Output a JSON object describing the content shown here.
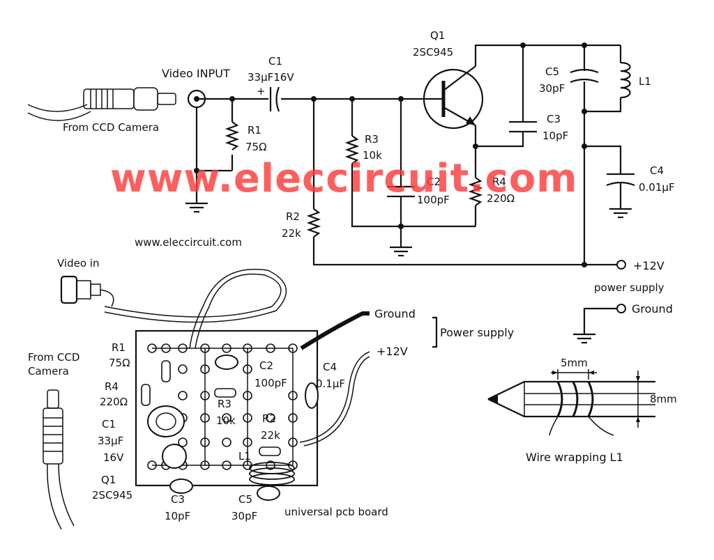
{
  "watermark": "www.eleccircuit.com",
  "website": "www.eleccircuit.com",
  "schematic": {
    "video_input": "Video INPUT",
    "from_ccd": "From CCD Camera",
    "r1_name": "R1",
    "r1_val": "75Ω",
    "c1_name": "C1",
    "c1_val": "33μF16V",
    "c1_plus": "+",
    "q1_name": "Q1",
    "q1_val": "2SC945",
    "r3_name": "R3",
    "r3_val": "10k",
    "c2_name": "C2",
    "c2_val": "100pF",
    "r4_name": "R4",
    "r4_val": "220Ω",
    "r2_name": "R2",
    "r2_val": "22k",
    "c5_name": "C5",
    "c5_val": "30pF",
    "l1_name": "L1",
    "c3_name": "C3",
    "c3_val": "10pF",
    "c4_name": "C4",
    "c4_val": "0.01μF",
    "plus12": "+12V",
    "power_supply": "power supply",
    "ground": "Ground"
  },
  "layout_view": {
    "video_in": "Video in",
    "from_ccd_1": "From CCD",
    "from_ccd_2": "Camera",
    "r1": "R1",
    "r1_val": "75Ω",
    "r4": "R4",
    "r4_val": "220Ω",
    "c1": "C1",
    "c1_val1": "33μF",
    "c1_val2": "16V",
    "q1": "Q1",
    "q1_val": "2SC945",
    "c3": "C3",
    "c3_val": "10pF",
    "c5": "C5",
    "c5_val": "30pF",
    "c2": "C2",
    "c2_val": "100pF",
    "r3": "R3",
    "r3_val": "10k",
    "r2": "R2",
    "r2_val": "22k",
    "l1": "L1",
    "c4": "C4",
    "c4_val": "0.1μF",
    "ground": "Ground",
    "plus12": "+12V",
    "power_supply": "Power supply",
    "pcb": "universal pcb board"
  },
  "coil": {
    "width": "5mm",
    "diameter": "8mm",
    "caption": "Wire wrapping L1"
  }
}
